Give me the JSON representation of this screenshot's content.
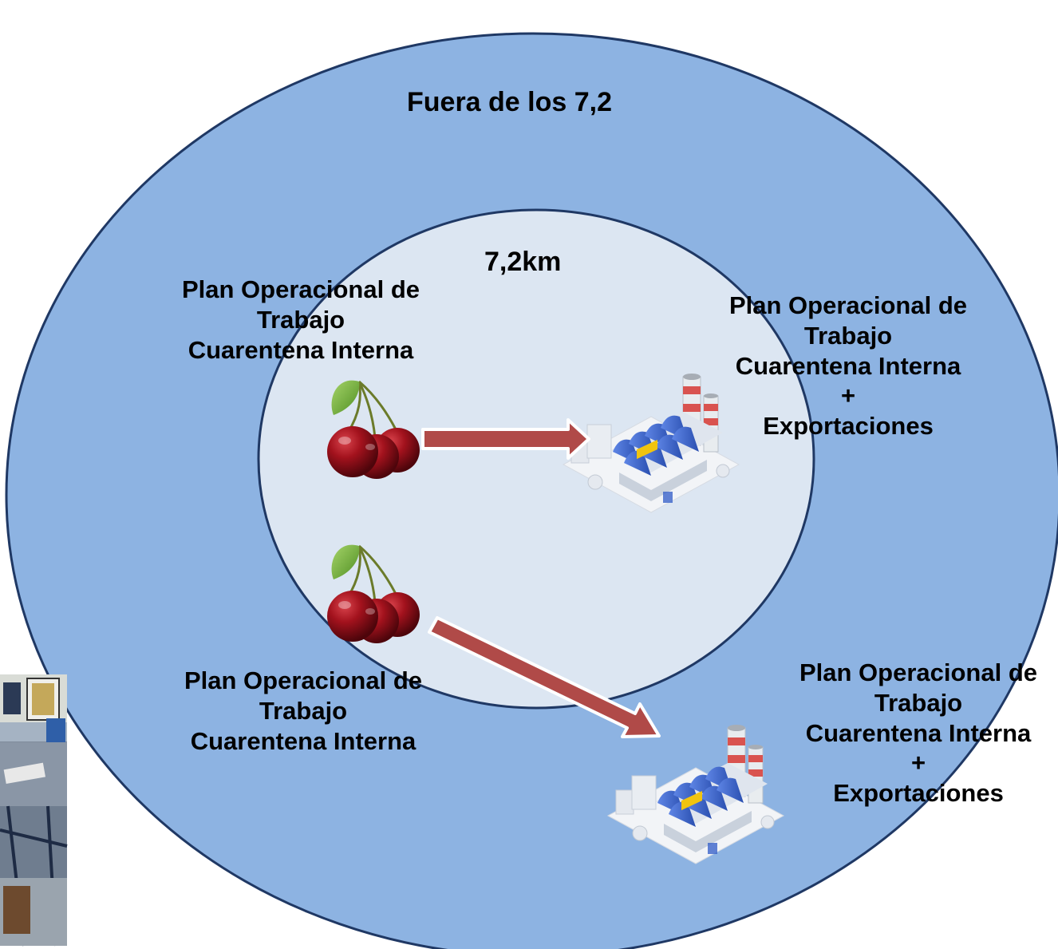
{
  "outer_zone": {
    "label": "Fuera de los 7,2"
  },
  "inner_zone": {
    "label": "7,2km"
  },
  "labels": {
    "top_left": [
      "Plan Operacional de",
      "Trabajo",
      "Cuarentena Interna"
    ],
    "top_right": [
      "Plan Operacional de",
      "Trabajo",
      "Cuarentena Interna",
      "+",
      "Exportaciones"
    ],
    "bottom_left": [
      "Plan Operacional de",
      "Trabajo",
      "Cuarentena Interna"
    ],
    "bottom_right": [
      "Plan Operacional de",
      "Trabajo",
      "Cuarentena Interna",
      "+",
      "Exportaciones"
    ]
  },
  "icons": [
    "cherry-icon",
    "factory-icon",
    "arrow-icon",
    "office-photo"
  ],
  "colors": {
    "outer_fill": "#8db3e2",
    "outer_stroke": "#1f3864",
    "inner_fill": "#dce6f2",
    "inner_stroke": "#1f3864",
    "arrow_fill": "#b04a48",
    "cherry_red": "#8a0f16",
    "leaf_green": "#6cae2f",
    "factory_blue": "#3a63c9"
  }
}
